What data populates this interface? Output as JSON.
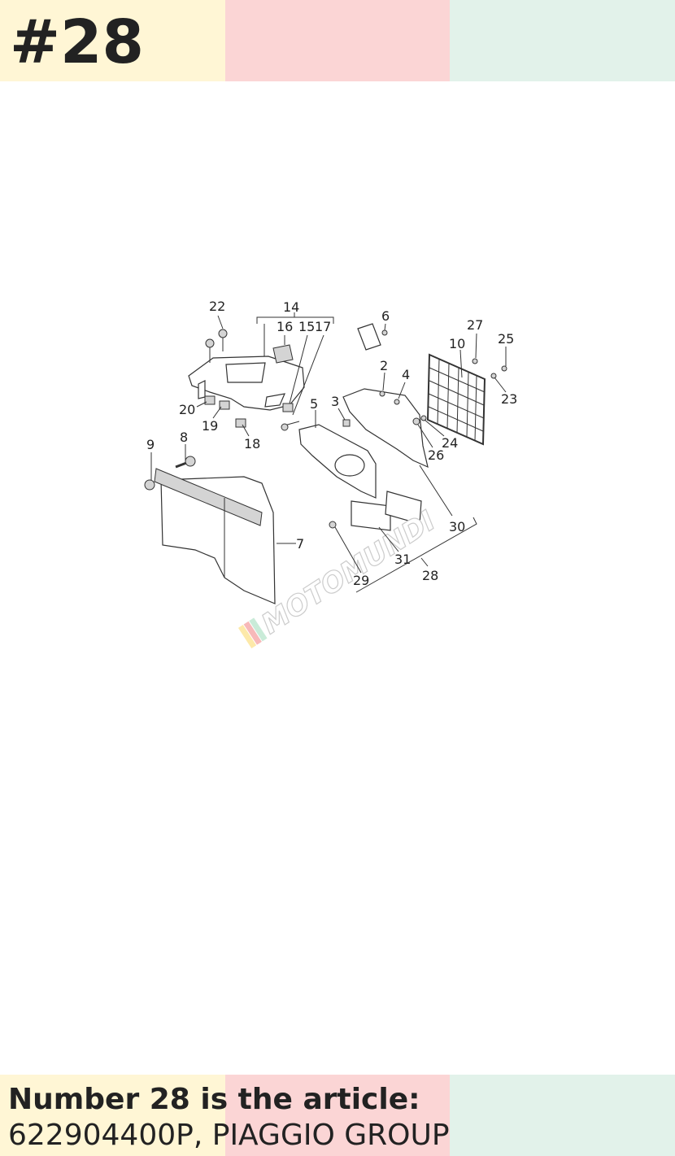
{
  "heading": "#28",
  "colors": {
    "band_1": "#fff6d5",
    "band_2": "#fbd5d5",
    "band_3": "#e2f2ea",
    "text": "#222222"
  },
  "watermark": "MOTOMUNDI",
  "callouts": [
    "22",
    "14",
    "16",
    "15",
    "17",
    "6",
    "27",
    "10",
    "25",
    "2",
    "4",
    "3",
    "5",
    "23",
    "20",
    "19",
    "18",
    "24",
    "26",
    "9",
    "8",
    "30",
    "7",
    "31",
    "28",
    "29"
  ],
  "caption": {
    "line1": "Number 28 is the article:",
    "line2": "622904400P, PIAGGIO GROUP"
  }
}
